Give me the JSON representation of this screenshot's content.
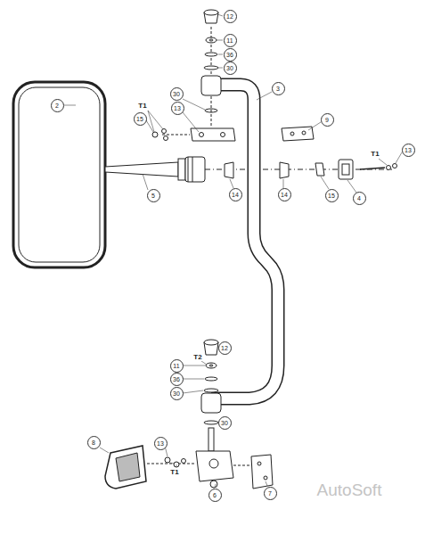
{
  "diagram": {
    "labels": [
      "12",
      "11",
      "36",
      "30",
      "30",
      "3",
      "T1",
      "13",
      "15",
      "9",
      "2",
      "T1",
      "13",
      "5",
      "14",
      "14",
      "15",
      "4",
      "12",
      "T2",
      "11",
      "36",
      "30",
      "30",
      "8",
      "13",
      "T1",
      "6",
      "7",
      "AutoSoft"
    ]
  }
}
